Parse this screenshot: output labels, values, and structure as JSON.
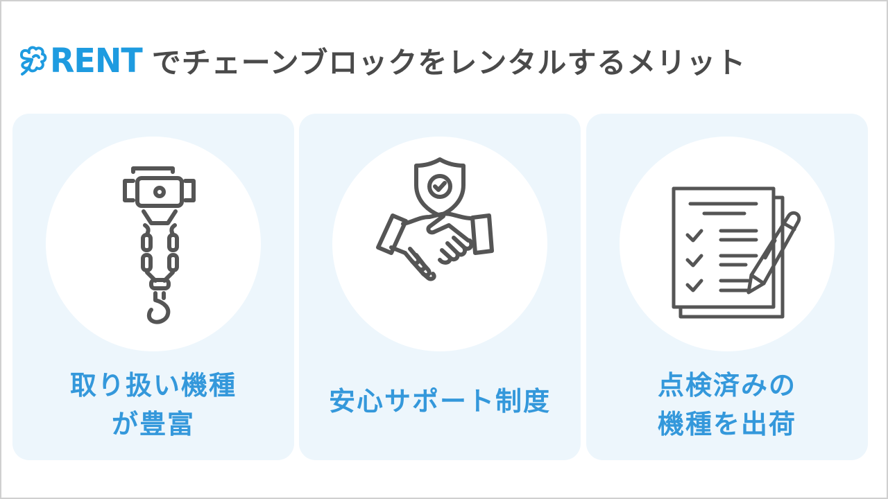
{
  "header": {
    "logo_text": "RENT",
    "logo_icon": "clover-icon",
    "title": "でチェーンブロックをレンタルするメリット"
  },
  "colors": {
    "brand_blue": "#1e9be0",
    "label_blue": "#3498db",
    "title_gray": "#4a4a4a",
    "card_bg": "#edf6fc",
    "icon_stroke": "#555555"
  },
  "cards": [
    {
      "icon": "chain-hoist-icon",
      "label_lines": [
        "取り扱い機種",
        "が豊富"
      ]
    },
    {
      "icon": "handshake-shield-icon",
      "label_lines": [
        "安心サポート制度"
      ]
    },
    {
      "icon": "checklist-pencil-icon",
      "label_lines": [
        "点検済みの",
        "機種を出荷"
      ]
    }
  ]
}
